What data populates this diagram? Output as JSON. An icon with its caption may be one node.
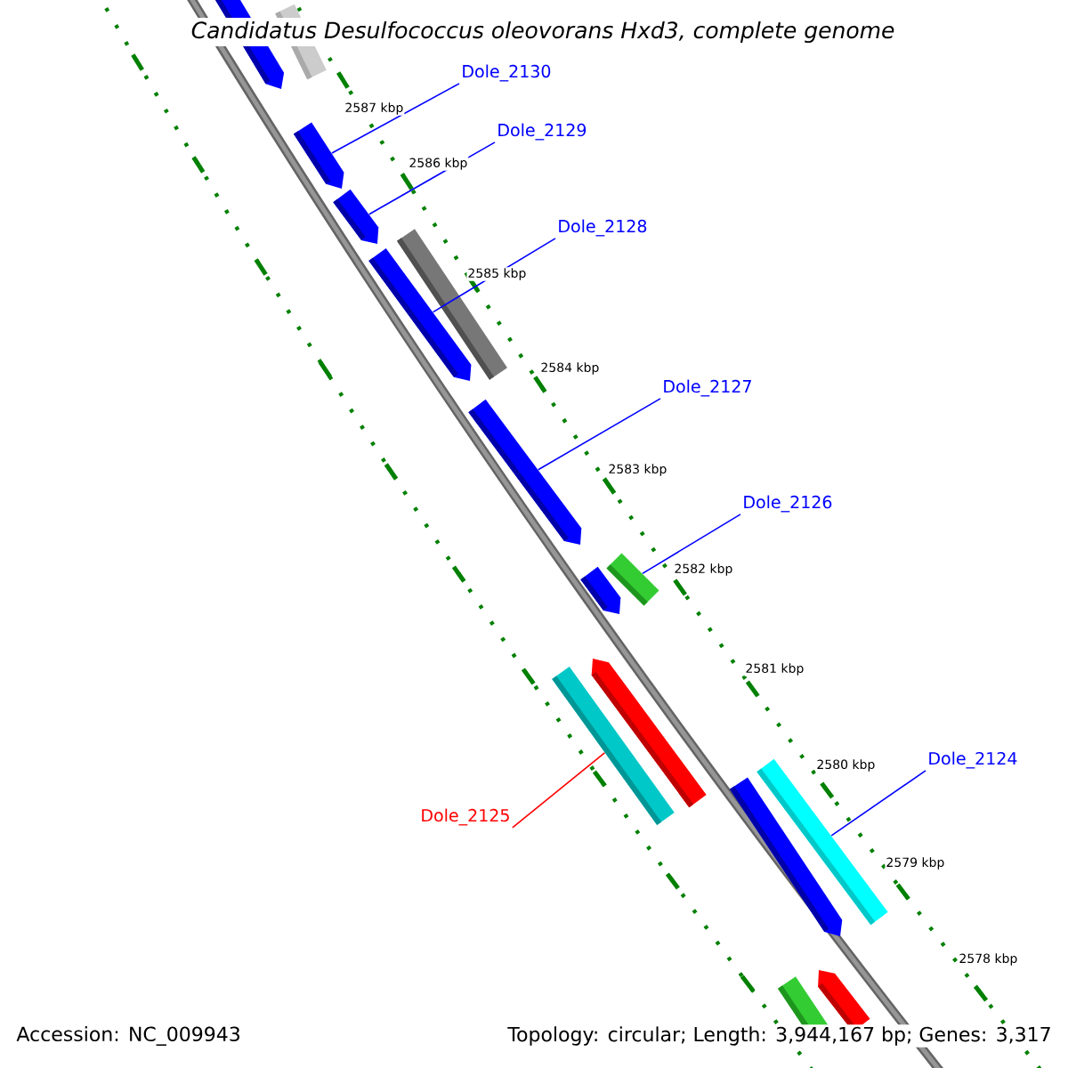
{
  "diagram": {
    "nodes": [
      {
        "text": [
          "Dole_2130"
        ]
      },
      {
        "text": [
          "Dole_2129"
        ]
      },
      {
        "text": [
          "Dole_2128"
        ]
      },
      {
        "text": [
          "Dole_2127"
        ]
      },
      {
        "text": [
          "Dole_2126"
        ]
      },
      {
        "text": [
          "Dole_2125"
        ]
      },
      {
        "text": [
          "Dole_2124"
        ]
      },
      {
        "text": [],
        "shape": "bar"
      },
      {
        "text": [],
        "shape": "bar"
      },
      {
        "text": [],
        "shape": "bar"
      },
      {
        "text": [],
        "shape": "bar"
      },
      {
        "text": [],
        "shape": "bar"
      },
      {
        "text": [],
        "shape": "bar"
      },
      {
        "text": [],
        "shape": "bar"
      }
    ],
    "edges": [
      {
        "from": 0,
        "to": 7,
        "arrow": "none"
      },
      {
        "from": 1,
        "to": 8,
        "arrow": "none"
      },
      {
        "from": 2,
        "to": 9,
        "arrow": "none"
      },
      {
        "from": 3,
        "to": 10,
        "arrow": "none"
      },
      {
        "from": 4,
        "to": 11,
        "arrow": "none"
      },
      {
        "from": 5,
        "to": 12,
        "arrow": "none",
        "color": "#ff0000"
      },
      {
        "from": 6,
        "to": 13,
        "arrow": "none"
      }
    ],
    "labels": [
      "Candidatus Desulfococcus oleovorans Hxd3, complete genome",
      "2587 kbp",
      "2586 kbp",
      "2585 kbp",
      "2584 kbp",
      "2583 kbp",
      "2582 kbp",
      "2581 kbp",
      "2580 kbp",
      "2579 kbp",
      "2578 kbp",
      "Accession: NC_009943",
      "Topology: circular; Length: 3,944,167 bp; Genes: 3,317"
    ]
  }
}
